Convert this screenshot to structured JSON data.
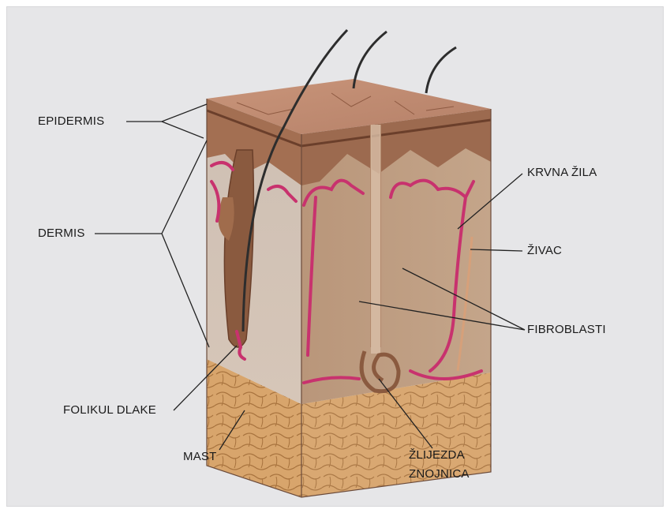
{
  "labels": {
    "epidermis": "EPIDERMIS",
    "dermis": "DERMIS",
    "folikul": "FOLIKUL DLAKE",
    "mast": "MAST",
    "zlijezda_line1": "ŽLIJEZDA",
    "zlijezda_line2": "ZNOJNICA",
    "krvna_zila": "KRVNA ŽILA",
    "zivac": "ŽIVAC",
    "fibroblasti": "FIBROBLASTI"
  },
  "colors": {
    "background": "#e6e6e8",
    "epidermis": "#b07a5a",
    "dermis": "#c9a88c",
    "fat": "#d9a46a",
    "vessel": "#c8326e"
  }
}
